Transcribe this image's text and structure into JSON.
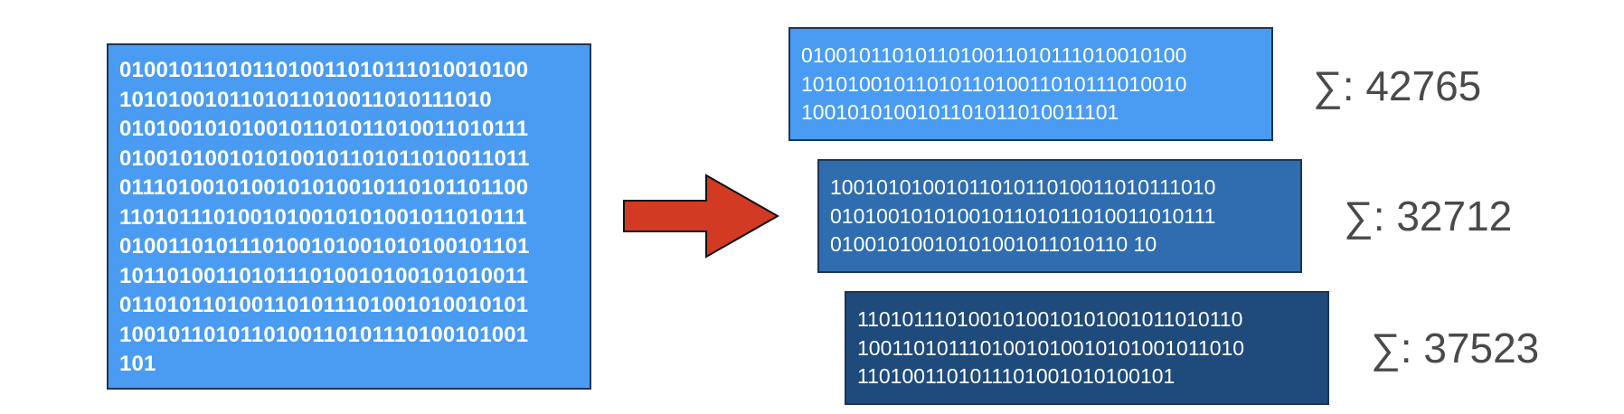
{
  "source_bits": "0100101101011010011010111010010100\n1010100101101011010011010111010\n0101001010100101101011010011010111\n0100101001010100101101011010011011\n0111010010100101010010110101101100\n1101011101001010010101001011010111\n0100110101110100101001010100101101\n1011010011010111010010100101010011\n0110101101001101011101001010010101\n1001011010110100110101110100101001\n101",
  "chunks": [
    {
      "bits": "0100101101011010011010111010010100\n1010100101101011010011010111010010\n1001010100101101011010011101",
      "sum": "∑: 42765",
      "color": "#4a9cf2"
    },
    {
      "bits": "1001010100101101011010011010111010\n0101001010100101101011010011010111\n01001010010101001011010110 10",
      "sum": "∑: 32712",
      "color": "#2f6db0"
    },
    {
      "bits": "1101011101001010010101001011010110\n1001101011101001010010101001011010\n1101001101011101001010100101",
      "sum": "∑: 37523",
      "color": "#1f4a7c"
    }
  ],
  "colors": {
    "source": "#4a9cf2",
    "arrow_fill": "#d23a24",
    "arrow_stroke": "#111111",
    "text": "#ffffff",
    "sum_text": "#4a4a4a"
  }
}
